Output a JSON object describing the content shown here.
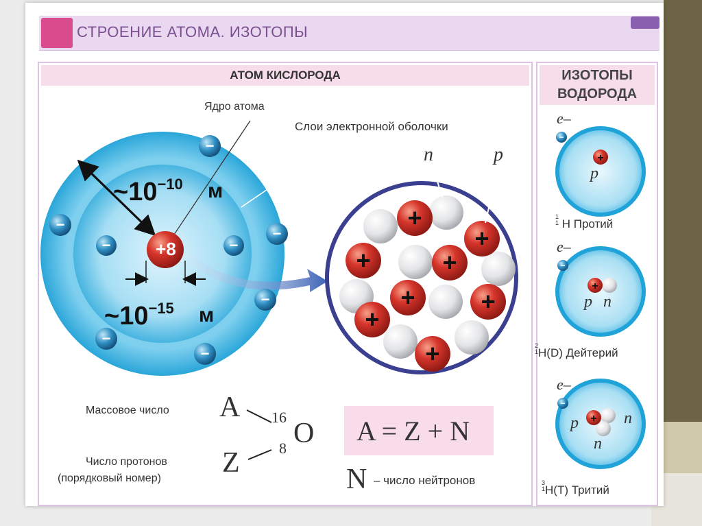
{
  "header": {
    "title": "СТРОЕНИЕ АТОМА. ИЗОТОПЫ"
  },
  "oxygen": {
    "title": "АТОМ КИСЛОРОДА",
    "nucleus_label": "Ядро атома",
    "shells_label": "Слои электронной оболочки",
    "nucleus_charge": "+8",
    "atom_size_base": "~10",
    "atom_size_exp": "−10",
    "nucleus_size_base": "~10",
    "nucleus_size_exp": "−15",
    "unit": "м",
    "neutron_letter": "n",
    "proton_letter": "p"
  },
  "notation": {
    "mass_number_label": "Массовое число",
    "proton_number_label": "Число протонов",
    "proton_number_sub": "(порядковый номер)",
    "A": "A",
    "Z": "Z",
    "mass": "16",
    "atomic": "8",
    "symbol": "O",
    "formula": "A = Z + N",
    "N": "N",
    "neutron_label": "– число нейтронов"
  },
  "isotopes": {
    "title_line1": "ИЗОТОПЫ",
    "title_line2": "ВОДОРОДА",
    "electron": "e–",
    "protium": {
      "mass": "1",
      "atomic": "1",
      "name": "H Протий"
    },
    "deuterium": {
      "mass": "2",
      "atomic": "1",
      "name": "H(D) Дейтерий"
    },
    "tritium": {
      "mass": "3",
      "atomic": "1",
      "name": "H(T) Тритий"
    },
    "p": "p",
    "n": "n"
  },
  "colors": {
    "shell_blue": "#2aa6d9",
    "proton_red": "#d6352b",
    "nucleus_ring": "#3b3f8f",
    "header_purple": "#7a4f8f"
  }
}
